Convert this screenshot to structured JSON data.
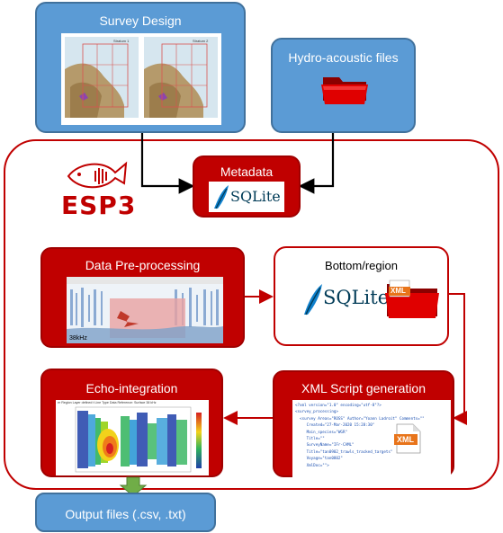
{
  "survey_design": {
    "title": "Survey Design",
    "map_left_caption": "Stratum 1",
    "map_right_caption": "Stratum 2"
  },
  "hydro": {
    "title": "Hydro-acoustic files"
  },
  "metadata": {
    "title": "Metadata",
    "logo_text": "SQLite"
  },
  "esp3": {
    "logo_text": "ESP3"
  },
  "preproc": {
    "title": "Data Pre-processing",
    "freq_label": "38kHz"
  },
  "bottom": {
    "title": "Bottom/region",
    "logo_text": "SQLite",
    "xml_badge": "XML"
  },
  "xml_script": {
    "title": "XML Script generation",
    "xml_badge": "XML",
    "lines": [
      "<?xml version=\"1.0\" encoding=\"utf-8\"?>",
      "<survey_processing>",
      "  <survey Areas=\"ROSS\" Author=\"Yoann Ladroit\" Comments=\"\"",
      "     Created=\"27-Mar-2020 15:28:30\"",
      "     Main_species=\"WGR\"",
      "     Title=\"\"",
      "     SurveyName=\"IFr-CAML\"",
      "     Title=\"tan0902_trawls_tracked_targets\"",
      "     Voyage=\"tan0802\"",
      "     XmlDoc=\"\">"
    ]
  },
  "echo": {
    "title": "Echo-integration",
    "header_text": "er Region Layer defined t  Line Type  Data Reference: Surface  38 kHz"
  },
  "output": {
    "title": "Output files (.csv, .txt)"
  },
  "colors": {
    "blue": "#5b9bd5",
    "red": "#c00000",
    "green": "#70ad47"
  }
}
